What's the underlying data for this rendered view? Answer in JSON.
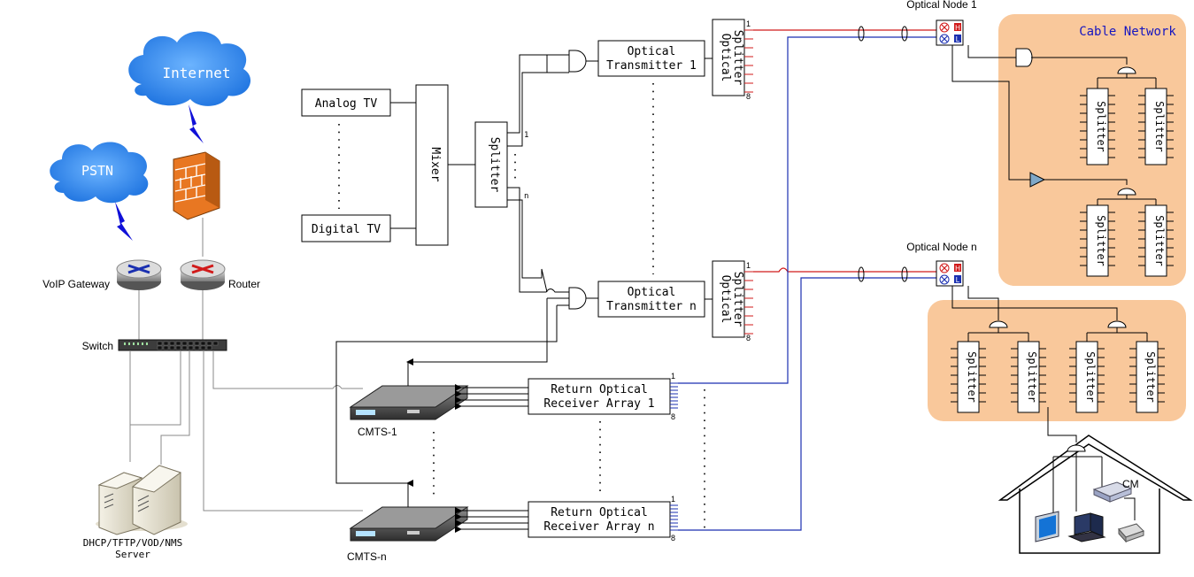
{
  "clouds": {
    "internet": "Internet",
    "pstn": "PSTN"
  },
  "devices": {
    "voip_gateway": "VoIP Gateway",
    "router": "Router",
    "switch": "Switch",
    "server_line1": "DHCP/TFTP/VOD/NMS",
    "server_line2": "Server",
    "cmts_1": "CMTS-1",
    "cmts_n": "CMTS-n"
  },
  "headend": {
    "analog_tv": "Analog TV",
    "digital_tv": "Digital TV",
    "mixer": "Mixer",
    "splitter": "Splitter",
    "splitter_port_1": "1",
    "splitter_port_n": "n",
    "optical_tx_1_line1": "Optical",
    "optical_tx_1_line2": "Transmitter 1",
    "optical_tx_n_line1": "Optical",
    "optical_tx_n_line2": "Transmitter n",
    "optical_splitter_line1": "Optical",
    "optical_splitter_line2": "Splitter",
    "port_1": "1",
    "port_8": "8",
    "return_rx_1_line1": "Return Optical",
    "return_rx_1_line2": "Receiver Array 1",
    "return_rx_n_line1": "Return Optical",
    "return_rx_n_line2": "Receiver Array n"
  },
  "nodes": {
    "node_1": "Optical Node 1",
    "node_n": "Optical Node n",
    "h": "H",
    "l": "L"
  },
  "network": {
    "cable_network": "Cable Network",
    "splitter_label": "Splitter",
    "cm": "CM"
  },
  "colors": {
    "forward_path": "#d11a1a",
    "return_path": "#1a2fb0",
    "network_fill": "#f9c89b",
    "cloud_fill": "#2f8cf0"
  }
}
